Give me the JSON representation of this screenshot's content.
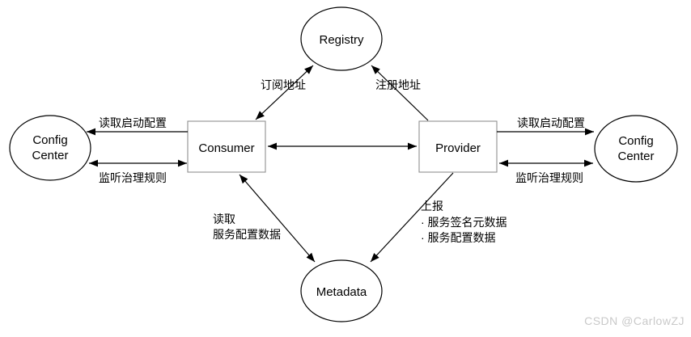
{
  "diagram": {
    "title_hint": "Service framework architecture (Registry / Consumer / Provider / Config Center / Metadata)",
    "nodes": {
      "registry": {
        "label": "Registry",
        "shape": "ellipse"
      },
      "consumer": {
        "label": "Consumer",
        "shape": "rect"
      },
      "provider": {
        "label": "Provider",
        "shape": "rect"
      },
      "config_center_left": {
        "label": "Config\nCenter",
        "shape": "ellipse"
      },
      "config_center_right": {
        "label": "Config\nCenter",
        "shape": "ellipse"
      },
      "metadata": {
        "label": "Metadata",
        "shape": "ellipse"
      }
    },
    "edges": {
      "consumer_registry": {
        "label": "订阅地址",
        "arrows": "both"
      },
      "provider_registry": {
        "label": "注册地址",
        "arrows": "to-registry"
      },
      "consumer_provider": {
        "label": "",
        "arrows": "both"
      },
      "consumer_configcenter_read": {
        "label": "读取启动配置",
        "arrows": "to-config-center"
      },
      "consumer_configcenter_listen": {
        "label": "监听治理规则",
        "arrows": "both"
      },
      "provider_configcenter_read": {
        "label": "读取启动配置",
        "arrows": "to-config-center"
      },
      "provider_configcenter_listen": {
        "label": "监听治理规则",
        "arrows": "both"
      },
      "consumer_metadata": {
        "label": "读取\n服务配置数据",
        "arrows": "both"
      },
      "provider_metadata": {
        "label": "上报\n· 服务签名元数据\n· 服务配置数据",
        "arrows": "to-metadata"
      }
    },
    "colors": {
      "line": "#000000",
      "ellipse_border": "#000000",
      "rect_border": "#8f8f8f",
      "text": "#000000",
      "background": "#ffffff",
      "watermark": "#c9c9c9"
    }
  },
  "watermark": {
    "text": "CSDN @CarlowZJ"
  }
}
